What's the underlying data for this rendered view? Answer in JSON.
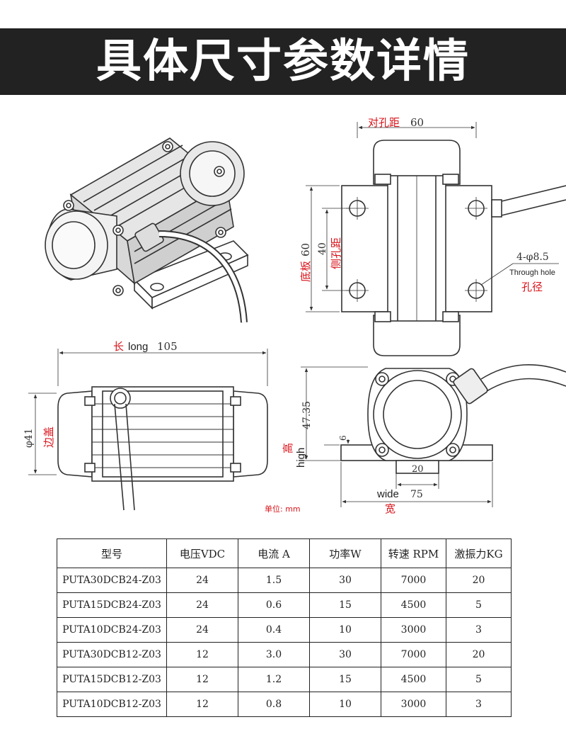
{
  "header": {
    "title": "具体尺寸参数详情"
  },
  "top_view": {
    "hole_spacing": "对孔距",
    "hole_spacing_value": "60",
    "base_plate": "底板",
    "base_plate_value": "60",
    "side_hole_value": "40",
    "side_hole": "侧孔距",
    "hole_spec": "4-φ8.5",
    "through_hole": "Through hole",
    "hole_diameter": "孔径"
  },
  "side_view": {
    "long_cn": "长",
    "long_en": "long",
    "long_value": "105",
    "diameter": "φ41",
    "cover": "边盖"
  },
  "front_view": {
    "height_value": "47.35",
    "high_en": "high",
    "high_cn": "高",
    "base_thickness": "6",
    "slot_width": "20",
    "wide_en": "wide",
    "wide_value": "75",
    "wide_cn": "宽"
  },
  "unit_note": "单位: mm",
  "colors": {
    "label_red": "#d8141b",
    "line": "#333333",
    "banner": "#222222"
  },
  "table": {
    "headers": [
      "型号",
      "电压VDC",
      "电流 A",
      "功率W",
      "转速 RPM",
      "激振力KG"
    ],
    "rows": [
      [
        "PUTA30DCB24-Z03",
        "24",
        "1.5",
        "30",
        "7000",
        "20"
      ],
      [
        "PUTA15DCB24-Z03",
        "24",
        "0.6",
        "15",
        "4500",
        "5"
      ],
      [
        "PUTA10DCB24-Z03",
        "24",
        "0.4",
        "10",
        "3000",
        "3"
      ],
      [
        "PUTA30DCB12-Z03",
        "12",
        "3.0",
        "30",
        "7000",
        "20"
      ],
      [
        "PUTA15DCB12-Z03",
        "12",
        "1.2",
        "15",
        "4500",
        "5"
      ],
      [
        "PUTA10DCB12-Z03",
        "12",
        "0.8",
        "10",
        "3000",
        "3"
      ]
    ]
  }
}
